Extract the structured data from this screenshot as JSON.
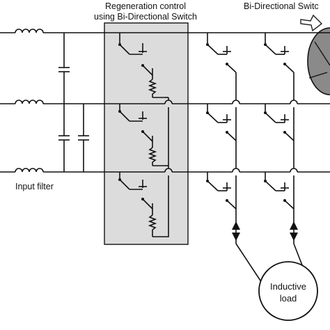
{
  "labels": {
    "regen_line1": "Regeneration control",
    "regen_line2": "using Bi-Directional Switch",
    "bidir_switch": "Bi-Directional Switc",
    "input_filter": "Input filter",
    "load_line1": "Inductive",
    "load_line2": "load"
  },
  "colors": {
    "line": "#111111",
    "regen_box_fill": "#dcdcdc",
    "zoom_ellipse_fill": "#8a8a8a"
  }
}
